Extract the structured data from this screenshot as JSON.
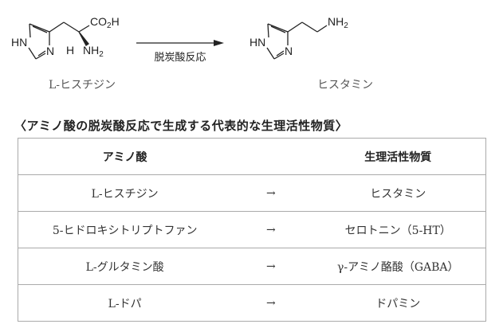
{
  "reaction": {
    "reactant_name": "L-ヒスチジン",
    "product_name": "ヒスタミン",
    "arrow_label": "脱炭酸反応",
    "reactant_labels": {
      "hn": "HN",
      "n": "N",
      "h": "H",
      "nh2": "NH",
      "sub2": "2",
      "co2h_a": "CO",
      "co2h_b": "H"
    },
    "product_labels": {
      "hn": "HN",
      "n": "N",
      "nh2": "NH",
      "sub2": "2"
    }
  },
  "table_title": "〈アミノ酸の脱炭酸反応で生成する代表的な生理活性物質〉",
  "table": {
    "headers": [
      "アミノ酸",
      "",
      "生理活性物質"
    ],
    "rows": [
      {
        "amino_acid": "L-ヒスチジン",
        "arrow": "→",
        "product": "ヒスタミン"
      },
      {
        "amino_acid": "5-ヒドロキシトリプトファン",
        "arrow": "→",
        "product": "セロトニン（5-HT）"
      },
      {
        "amino_acid": "L-グルタミン酸",
        "arrow": "→",
        "product": "γ-アミノ酪酸（GABA）"
      },
      {
        "amino_acid": "L-ドパ",
        "arrow": "→",
        "product": "ドパミン"
      }
    ]
  }
}
